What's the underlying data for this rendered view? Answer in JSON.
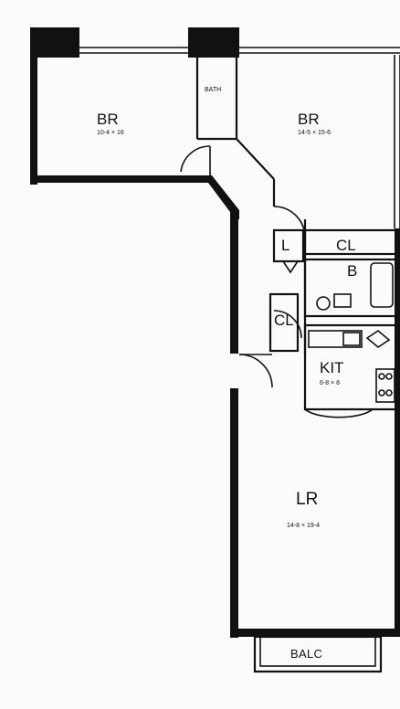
{
  "rooms": {
    "bedroom_1": {
      "name": "BR",
      "size": "10-4 × 16"
    },
    "bedroom_2": {
      "name": "BR",
      "size": "14-5 × 15-6"
    },
    "bath_1": {
      "name": "BATH"
    },
    "linen": {
      "name": "L"
    },
    "closet_1": {
      "name": "CL"
    },
    "bath_2": {
      "name": "B"
    },
    "closet_2": {
      "name": "CL"
    },
    "kitchen": {
      "name": "KIT",
      "size": "6-8 × 8"
    },
    "living_room": {
      "name": "LR",
      "size": "14-8 × 19-4"
    },
    "balcony": {
      "name": "BALC"
    }
  }
}
